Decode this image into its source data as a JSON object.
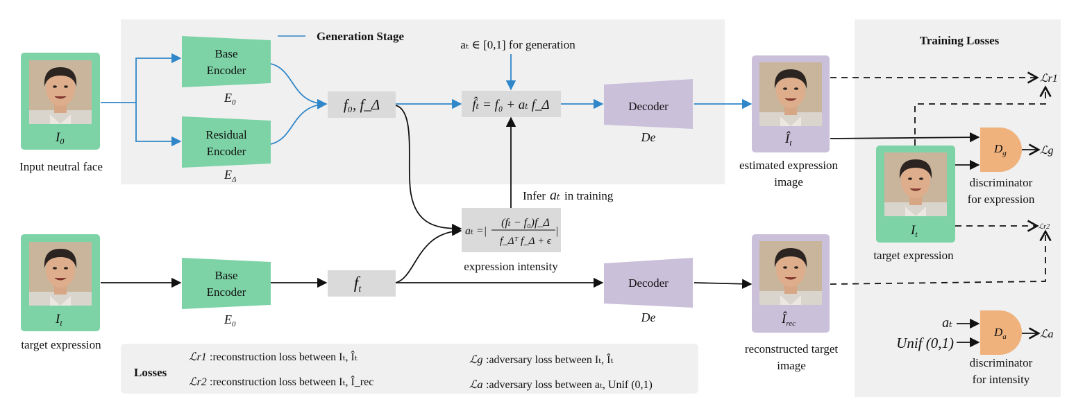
{
  "colors": {
    "encoder": "#7dd3a6",
    "decoder": "#cbc0da",
    "feature": "#dadada",
    "discriminator": "#f0b27c",
    "panel": "#f0f0f0",
    "generation_line": "#2f86c9",
    "train_line": "#111111"
  },
  "generation_stage": {
    "legend_label": "Generation Stage"
  },
  "training_losses_title": "Training Losses",
  "input_face": {
    "symbol": "I",
    "subscript": "0",
    "caption": "Input neutral face"
  },
  "target_face": {
    "symbol": "I",
    "subscript": "t",
    "caption": "target expression"
  },
  "base_encoder_top": {
    "label_line1": "Base",
    "label_line2": "Encoder",
    "symbol": "E",
    "subscript": "0"
  },
  "residual_encoder": {
    "label_line1": "Residual",
    "label_line2": "Encoder",
    "symbol": "E",
    "subscript": "Δ"
  },
  "base_encoder_bottom": {
    "label_line1": "Base",
    "label_line2": "Encoder",
    "symbol": "E",
    "subscript": "0"
  },
  "feature_top": {
    "text": "f₀, f_Δ"
  },
  "feature_bottom": {
    "text": "f",
    "subscript": "t"
  },
  "gen_formula": {
    "text": "f̂ₜ = f₀ + aₜ f_Δ"
  },
  "gen_note": {
    "text": "aₜ ∈ [0,1] for generation"
  },
  "infer_note": {
    "prefix": "Infer",
    "symbol": "aₜ",
    "suffix": "in training"
  },
  "intensity_formula": {
    "lhs": "aₜ =|",
    "numerator": "(fₜ − f₀)f_Δ",
    "denominator": "f_Δᵀ f_Δ + ϵ",
    "rhs": "|"
  },
  "intensity_caption": "expression intensity",
  "decoder_top": {
    "label": "Decoder",
    "symbol": "De"
  },
  "decoder_bottom": {
    "label": "Decoder",
    "symbol": "De"
  },
  "estimated_face": {
    "symbol": "Î",
    "subscript": "t",
    "caption_line1": "estimated expression",
    "caption_line2": "image"
  },
  "reconstructed_face": {
    "symbol": "Î",
    "subscript": "rec",
    "caption_line1": "reconstructed target",
    "caption_line2": "image"
  },
  "training_target_face": {
    "symbol": "I",
    "subscript": "t",
    "caption": "target expression"
  },
  "disc_expression": {
    "symbol": "D",
    "subscript": "g",
    "caption_line1": "discriminator",
    "caption_line2": "for expression"
  },
  "disc_intensity": {
    "symbol": "D",
    "subscript": "a",
    "caption_line1": "discriminator",
    "caption_line2": "for intensity"
  },
  "disc_intensity_inputs": {
    "input1": "aₜ",
    "input2": "Unif (0,1)"
  },
  "loss_outputs": {
    "r1": "ℒr1",
    "g": "ℒg",
    "r2": "ℒr2",
    "a": "ℒa"
  },
  "losses_box": {
    "title": "Losses",
    "items": [
      {
        "symbol": "ℒr1",
        "text": ":reconstruction loss between Iₜ, Îₜ"
      },
      {
        "symbol": "ℒr2",
        "text": ":reconstruction loss between Iₜ, Î_rec"
      },
      {
        "symbol": "ℒg",
        "text": ":adversary loss between Iₜ, Îₜ"
      },
      {
        "symbol": "ℒa",
        "text": ":adversary loss between aₜ, Unif (0,1)"
      }
    ]
  }
}
